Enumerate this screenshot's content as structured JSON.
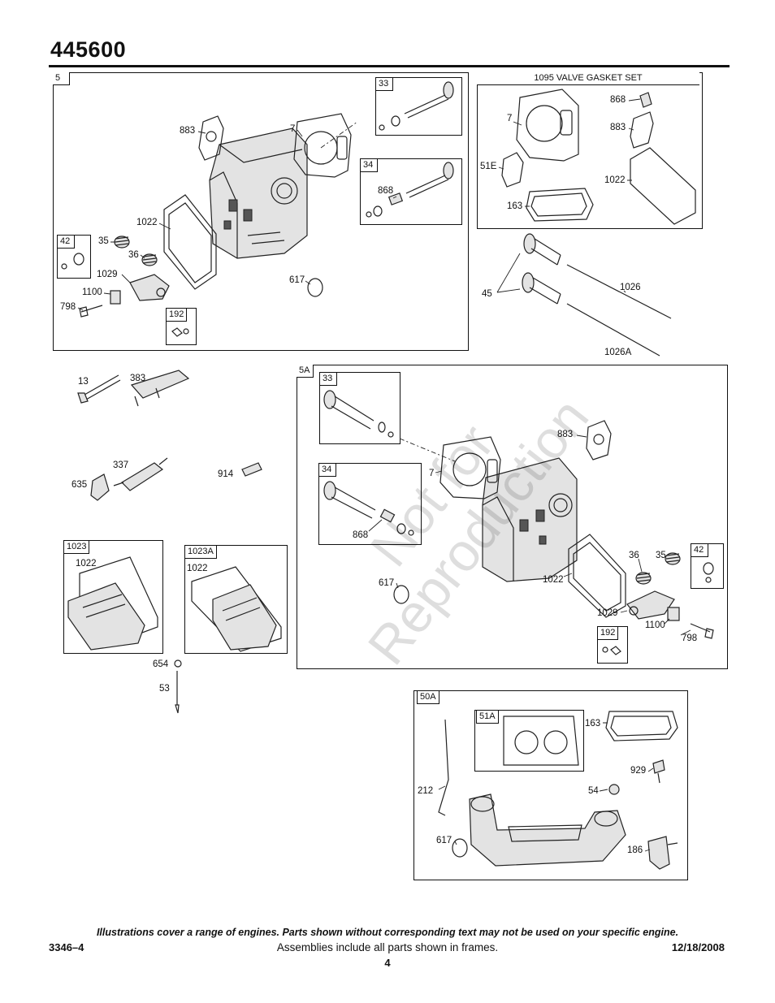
{
  "header": {
    "model": "445600"
  },
  "watermark": {
    "line1": "Not for",
    "line2": "Reproduction"
  },
  "frames": {
    "f5": "5",
    "f5_33": "33",
    "f5_34": "34",
    "f5_42": "42",
    "f5_192": "192",
    "gasket_set": "1095 VALVE GASKET SET",
    "f5a": "5A",
    "f5a_33": "33",
    "f5a_34": "34",
    "f5a_42": "42",
    "f5a_192": "192",
    "f1023": "1023",
    "f1023a": "1023A",
    "f50a": "50A",
    "f51a": "51A"
  },
  "labels": {
    "a_883": "883",
    "a_7": "7",
    "a_1022": "1022",
    "a_35": "35",
    "a_36": "36",
    "a_1029": "1029",
    "a_1100": "1100",
    "a_798": "798",
    "a_617": "617",
    "a_868": "868",
    "gs_868": "868",
    "gs_7": "7",
    "gs_883": "883",
    "gs_51e": "51E",
    "gs_1022": "1022",
    "gs_163": "163",
    "v_45": "45",
    "v_1026": "1026",
    "v_1026a": "1026A",
    "m_13": "13",
    "m_383": "383",
    "m_337": "337",
    "m_635": "635",
    "m_914": "914",
    "c_1022a": "1022",
    "c_1022b": "1022",
    "m_654": "654",
    "m_53": "53",
    "b_883": "883",
    "b_7": "7",
    "b_868": "868",
    "b_617": "617",
    "b_1022": "1022",
    "b_36": "36",
    "b_35": "35",
    "b_1029": "1029",
    "b_1100": "1100",
    "b_798": "798",
    "e_163": "163",
    "e_929": "929",
    "e_212": "212",
    "e_54": "54",
    "e_617": "617",
    "e_186": "186"
  },
  "footer": {
    "disclaimer": "Illustrations cover a range of engines. Parts shown without corresponding text may not be used on your specific engine.",
    "doc_code": "3346–4",
    "note": "Assemblies include all parts shown in frames.",
    "date": "12/18/2008",
    "page": "4"
  }
}
